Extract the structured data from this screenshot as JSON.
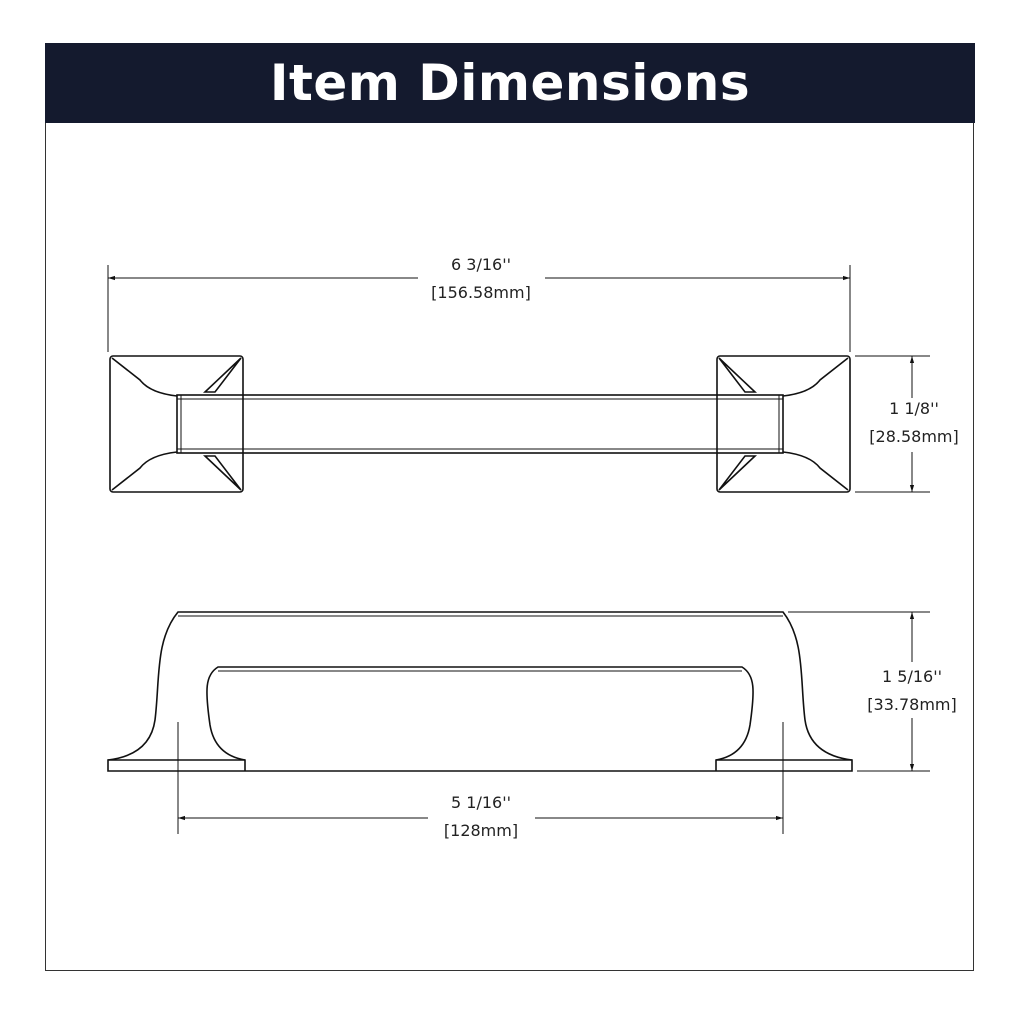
{
  "title": "Item Dimensions",
  "dimensions": {
    "overall_length": {
      "imperial": "6 3/16''",
      "metric": "[156.58mm]"
    },
    "width": {
      "imperial": "1 1/8''",
      "metric": "[28.58mm]"
    },
    "height": {
      "imperial": "1 5/16''",
      "metric": "[33.78mm]"
    },
    "center_to_center": {
      "imperial": "5 1/16''",
      "metric": "[128mm]"
    }
  },
  "colors": {
    "header_bg": "#141a2e",
    "line": "#111111"
  }
}
